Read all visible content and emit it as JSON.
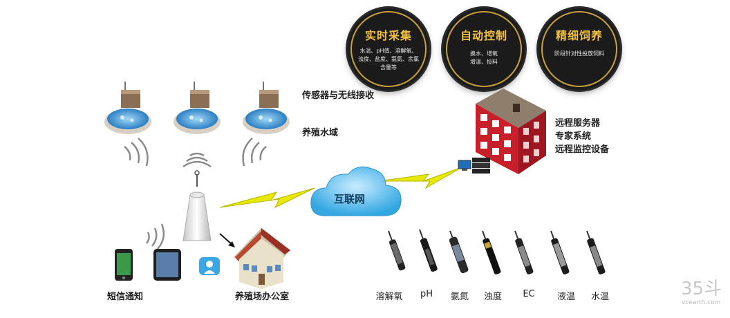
{
  "features": [
    {
      "title": "实时采集",
      "desc": "水温、pH值、溶解氧、浊度、盐度、氨氮、余氯含量等"
    },
    {
      "title": "自动控制",
      "desc": "换水、增氧\n增温、投料"
    },
    {
      "title": "精细饲养",
      "desc": "阶段针对性投放饲料"
    }
  ],
  "labels": {
    "sensor_wireless": "传感器与无线接收",
    "breeding_water": "养殖水域",
    "server_lines": [
      "远程服务器",
      "专家系统",
      "远程监控设备"
    ],
    "internet": "互联网",
    "sms": "短信通知",
    "office": "养殖场办公室"
  },
  "sensors": [
    "溶解氧",
    "pH",
    "氨氮",
    "浊度",
    "EC",
    "液温",
    "水温"
  ],
  "watermark": {
    "num": "35斗",
    "url": "vcearth.com"
  },
  "colors": {
    "gold": "#f4c240",
    "building": "#c8202a",
    "cloud": "#3fb6e8",
    "lightning": "#e8e800"
  }
}
